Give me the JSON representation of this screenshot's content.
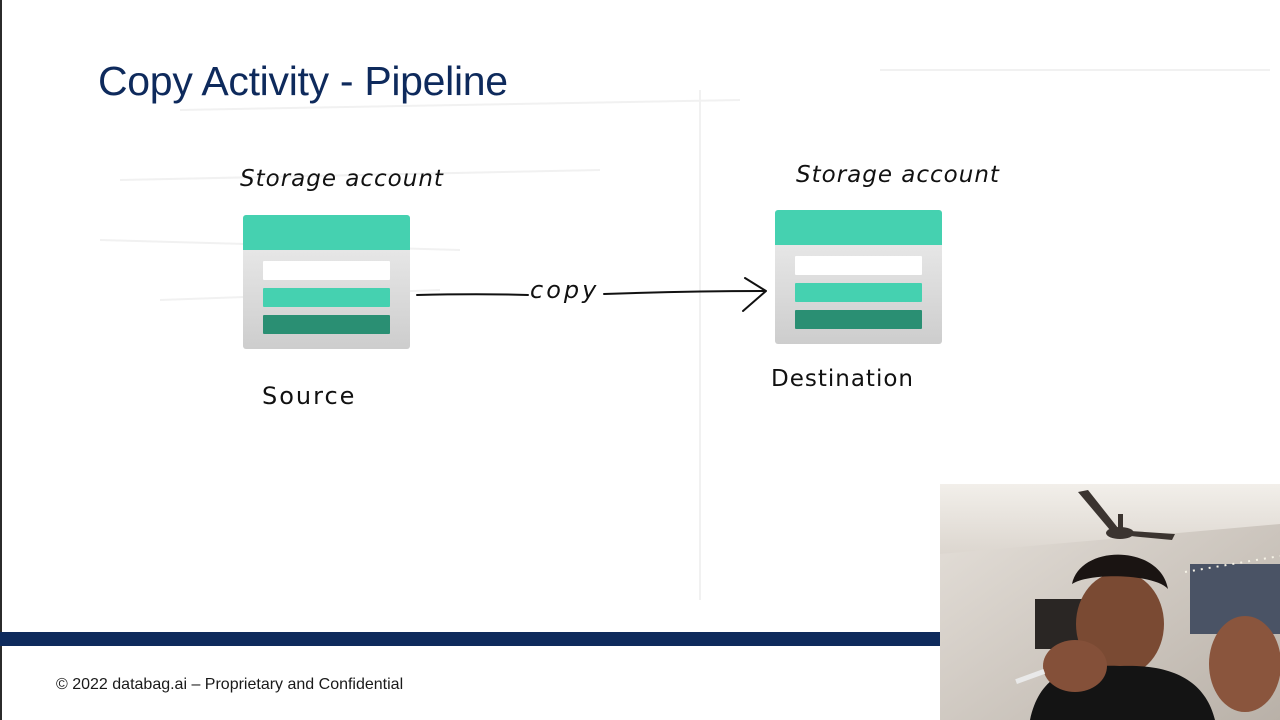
{
  "slide": {
    "title": "Copy Activity - Pipeline",
    "footer": "© 2022 databag.ai – Proprietary and Confidential"
  },
  "annotations": {
    "source_storage_label": "Storage account",
    "destination_storage_label": "Storage account",
    "source_label": "Source",
    "destination_label": "Destination",
    "arrow_label": "copy"
  },
  "icons": {
    "source": "storage-account-icon",
    "destination": "storage-account-icon"
  },
  "colors": {
    "title": "#0e2a5c",
    "footer_bar": "#0e2a5c",
    "storage_top": "#45d1b0",
    "storage_dark_row": "#2a8f73"
  },
  "webcam": {
    "subject": "presenter webcam overlay"
  }
}
